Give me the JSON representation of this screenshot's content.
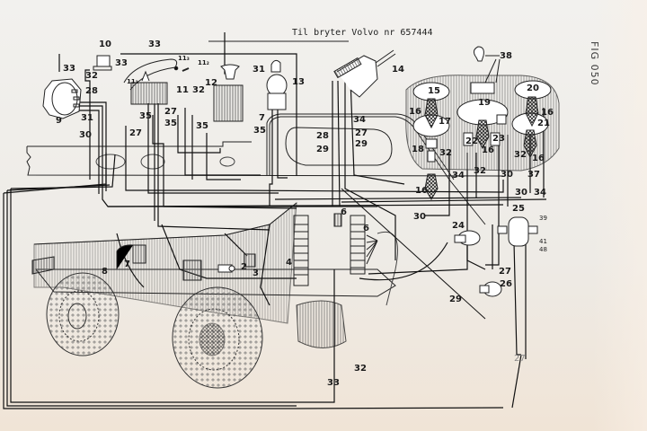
{
  "header": {
    "note": "Til bryter Volvo nr 657444",
    "figure_label": "FIG  050"
  },
  "components": {
    "c2": "2",
    "c3": "3",
    "c4": "4",
    "c6a": "6",
    "c6b": "6",
    "c7": "7",
    "c8": "8",
    "c9": "9",
    "c10": "10",
    "c11": "11",
    "c11_1": "11₁",
    "c11_2": "11₂",
    "c11_3": "11₃",
    "c12": "12",
    "c13": "13",
    "c14": "14",
    "c15": "15",
    "c16a": "16",
    "c16b": "16",
    "c16c": "16",
    "c16d": "16",
    "c16e": "16",
    "c16f": "16",
    "c17": "17",
    "c18": "18",
    "c19": "19",
    "c20": "20",
    "c21": "21",
    "c22": "22",
    "c23": "23",
    "c24": "24",
    "c25": "25",
    "c26": "26",
    "c38": "38",
    "c39": "39",
    "c41": "41",
    "c48": "48"
  },
  "wires": {
    "w27a": "27",
    "w27b": "27",
    "w27c": "27",
    "w27d": "27",
    "w27e": "27",
    "w28a": "28",
    "w28b": "28",
    "w29a": "29",
    "w29b": "29",
    "w29c": "29",
    "w30a": "30",
    "w30b": "30",
    "w30c": "30",
    "w30d": "30",
    "w31a": "31",
    "w31b": "31",
    "w32a": "32",
    "w32b": "32",
    "w32c": "32",
    "w32d": "32",
    "w32e": "32",
    "w32f": "32",
    "w33a": "33",
    "w33b": "33",
    "w33c": "33",
    "w33d": "33",
    "w34a": "34",
    "w34b": "34",
    "w34c": "34",
    "w35a": "35",
    "w35b": "35",
    "w35c": "35",
    "w35d": "35",
    "w37": "37"
  },
  "colors": {
    "ink": "#1a1a1a",
    "hatch": "#555555",
    "paper": "#efece6"
  }
}
